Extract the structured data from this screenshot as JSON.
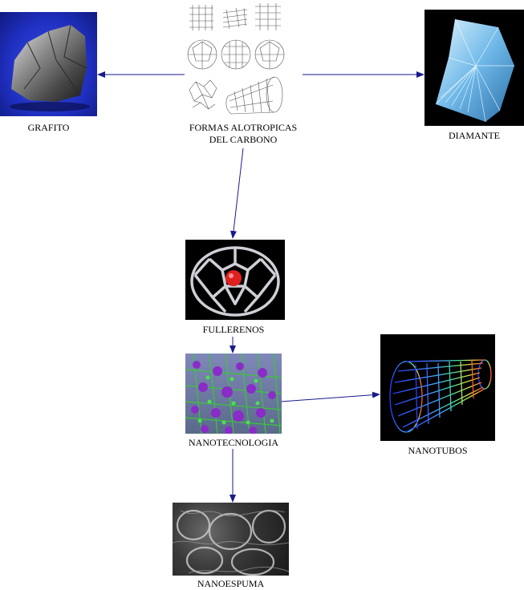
{
  "nodes": {
    "center": {
      "line1": "FORMAS ALOTROPICAS",
      "line2": "DEL CARBONO"
    },
    "grafito": {
      "label": "GRAFITO"
    },
    "diamante": {
      "label": "DIAMANTE"
    },
    "fullerenos": {
      "label": "FULLERENOS"
    },
    "nanotecnologia": {
      "label": "NANOTECNOLOGIA"
    },
    "nanotubos": {
      "label": "NANOTUBOS"
    },
    "nanoespuma": {
      "label": "NANOESPUMA"
    }
  },
  "colors": {
    "arrow": "#1a1a8c",
    "grafito_bg": "#2030c8",
    "diamante_bg": "#000000",
    "nanotubos_bg": "#000000"
  }
}
